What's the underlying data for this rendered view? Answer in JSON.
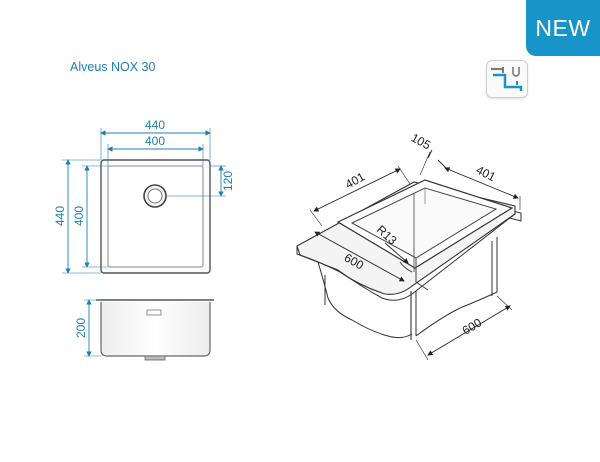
{
  "badge": {
    "label": "NEW",
    "color": "#1795c8"
  },
  "product": {
    "name": "Alveus NOX 30"
  },
  "top_view": {
    "width_outer": "440",
    "width_inner": "400",
    "height_outer": "440",
    "height_inner": "400",
    "drain_offset": "120"
  },
  "front_view": {
    "depth": "200"
  },
  "iso_view": {
    "top_width": "105",
    "left_side": "401",
    "right_side": "401",
    "radius": "R13",
    "front_width": "600",
    "side_width": "600"
  },
  "icons": {
    "drain": "siphon-drain-icon"
  },
  "colors": {
    "dimension": "#1f7fb3",
    "line": "#222222"
  }
}
